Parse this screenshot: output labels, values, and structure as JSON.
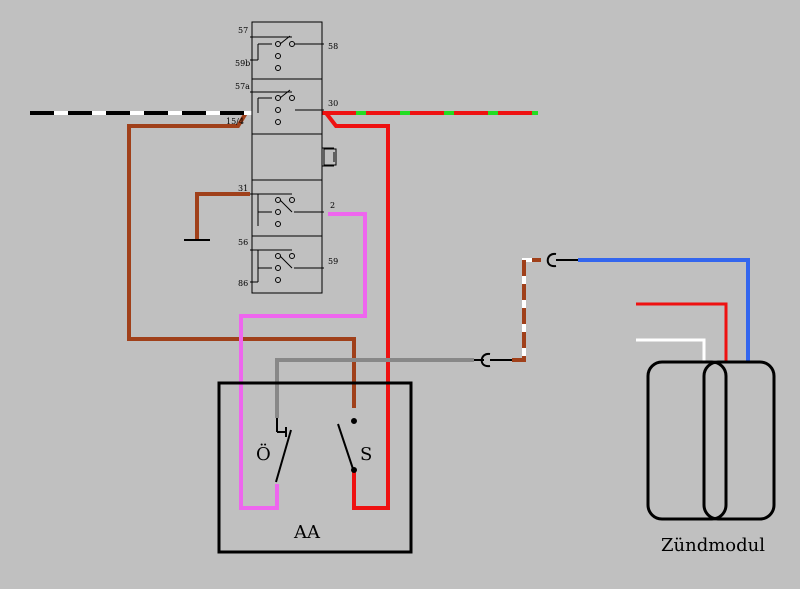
{
  "colors": {
    "background": "#c0c0c0",
    "brown": "#a0401a",
    "red": "#ee1111",
    "green": "#22dd22",
    "black": "#000000",
    "white": "#ffffff",
    "pink": "#ee66ee",
    "gray": "#888888",
    "blue": "#3366ee"
  },
  "relay": {
    "pins": {
      "p57": "57",
      "p58": "58",
      "p59b": "59b",
      "p57a": "57a",
      "p30": "30",
      "p15_4": "15/4",
      "p31": "31",
      "p2": "2",
      "p56": "56",
      "p59": "59",
      "p86": "86"
    }
  },
  "switchbox": {
    "label": "AA",
    "switch_o_label": "Ö",
    "switch_s_label": "S"
  },
  "module": {
    "label": "Zündmodul"
  }
}
